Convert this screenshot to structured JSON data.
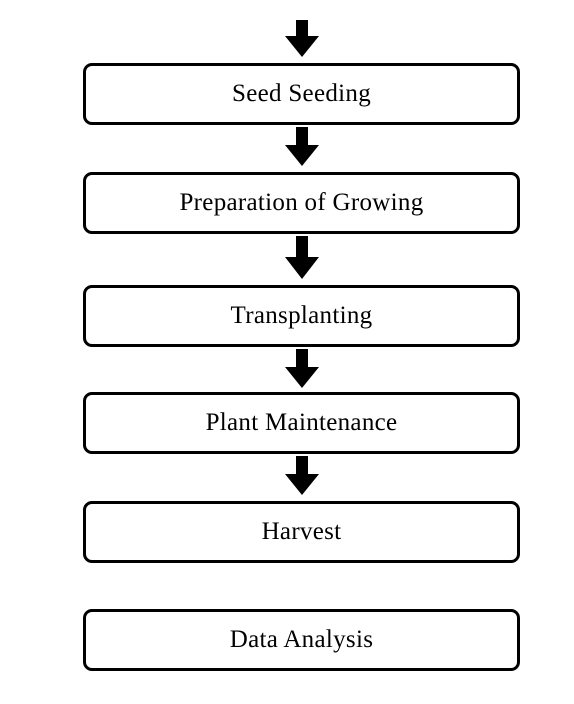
{
  "diagram": {
    "colors": {
      "stroke": "#000000",
      "fill": "#ffffff",
      "arrow": "#000000"
    },
    "steps": [
      {
        "label": "Seed Seeding"
      },
      {
        "label": "Preparation of Growing"
      },
      {
        "label": "Transplanting"
      },
      {
        "label": "Plant Maintenance"
      },
      {
        "label": "Harvest"
      },
      {
        "label": "Data Analysis"
      }
    ],
    "arrows": [
      {
        "from": "top",
        "to": "Seed Seeding"
      },
      {
        "from": "Seed Seeding",
        "to": "Preparation of Growing"
      },
      {
        "from": "Preparation of Growing",
        "to": "Transplanting"
      },
      {
        "from": "Transplanting",
        "to": "Plant Maintenance"
      },
      {
        "from": "Plant Maintenance",
        "to": "Harvest"
      }
    ]
  }
}
